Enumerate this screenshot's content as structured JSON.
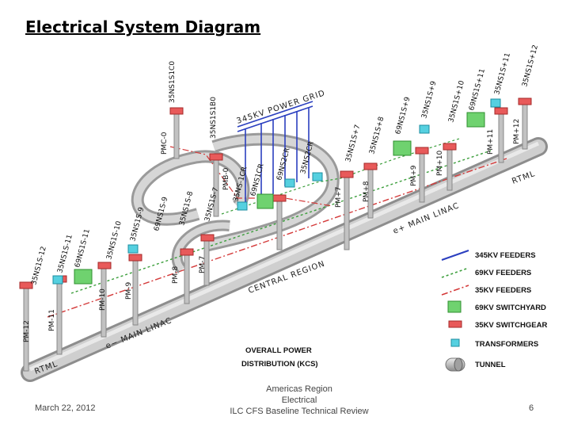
{
  "title": "Electrical System Diagram",
  "grid_label": "345KV POWER GRID",
  "caption": {
    "line1": "OVERALL POWER",
    "line2": "DISTRIBUTION (KCS)"
  },
  "regions": {
    "central": "CENTRAL REGION",
    "main_linac_right": "e+  MAIN  LINAC",
    "main_linac_left": "e−  MAIN  LINAC",
    "rtml_right": "RTML",
    "rtml_left": "RTML"
  },
  "pm_labels": [
    "PM-12",
    "PM-11",
    "PM-10",
    "PM-9",
    "PM-8",
    "PM-7",
    "PMB-0",
    "PMC-0",
    "PM+7",
    "PM+8",
    "PM+9",
    "PM+10",
    "PM+11",
    "PM+12"
  ],
  "substation_labels": [
    "35NS1S-12",
    "35NS1S-11",
    "69NS1S-11",
    "35NS1S-10",
    "35NS1S-9",
    "69NS1S-9",
    "35NS1S-8",
    "35NS1S-7",
    "35NS1S1C0",
    "35NS1S1B0",
    "35NS-1CR",
    "69NS1CR",
    "69NS2CR",
    "35NS2CR",
    "35NS1S+7",
    "35NS1S+8",
    "69NS1S+9",
    "35NS1S+9",
    "35NS1S+10",
    "69NS1S+11",
    "35NS1S+11",
    "35NS1S+12"
  ],
  "legend": [
    {
      "label": "345KV  FEEDERS",
      "color": "#2b3fbf",
      "kind": "line"
    },
    {
      "label": "69KV  FEEDERS",
      "color": "#3b9e3b",
      "kind": "dashed"
    },
    {
      "label": "35KV  FEEDERS",
      "color": "#d43a3a",
      "kind": "dashdot"
    },
    {
      "label": "69KV  SWITCHYARD",
      "color": "#6fd26f",
      "kind": "cube"
    },
    {
      "label": "35KV  SWITCHGEAR",
      "color": "#e85a5a",
      "kind": "box"
    },
    {
      "label": "TRANSFORMERS",
      "color": "#55d0e0",
      "kind": "small"
    },
    {
      "label": "TUNNEL",
      "color": "#b5b5b5",
      "kind": "tube"
    }
  ],
  "footer": {
    "date": "March 22, 2012",
    "center_line1": "Americas Region",
    "center_line2": "Electrical",
    "center_line3": "ILC CFS Baseline Technical  Review",
    "page": "6"
  }
}
